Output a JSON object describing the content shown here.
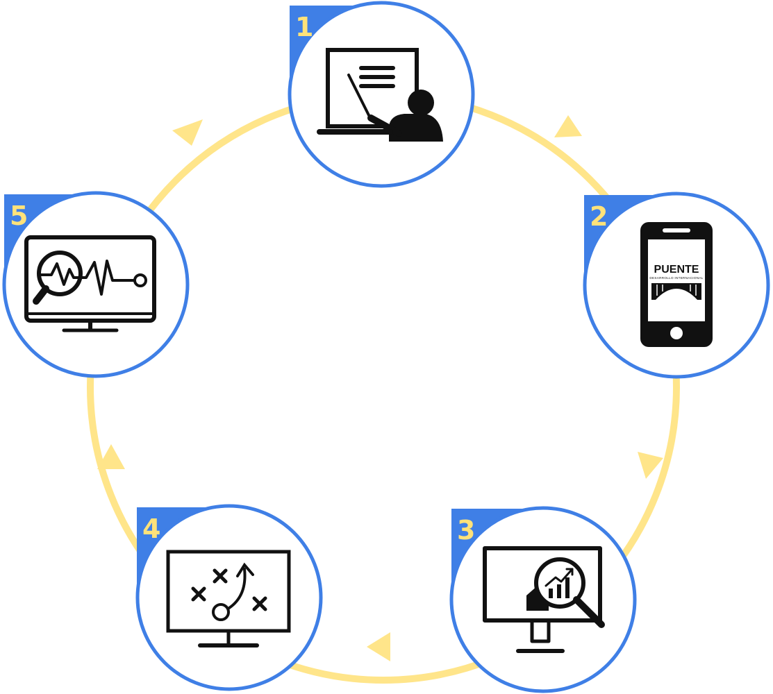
{
  "diagram": {
    "type": "cycle",
    "colors": {
      "ring": "#FFE58A",
      "circle_border": "#3F7FE6",
      "badge": "#3F7FE6",
      "number": "#FFE27A",
      "icon": "#111111"
    },
    "steps": [
      {
        "number": "1",
        "icon": "teacher-presentation-icon"
      },
      {
        "number": "2",
        "icon": "smartphone-icon",
        "brand_name": "PUENTE",
        "brand_tagline": "DESARROLLO INTERNACIONAL"
      },
      {
        "number": "3",
        "icon": "monitor-analytics-search-icon"
      },
      {
        "number": "4",
        "icon": "strategy-board-icon"
      },
      {
        "number": "5",
        "icon": "monitor-analysis-pulse-icon"
      }
    ]
  }
}
